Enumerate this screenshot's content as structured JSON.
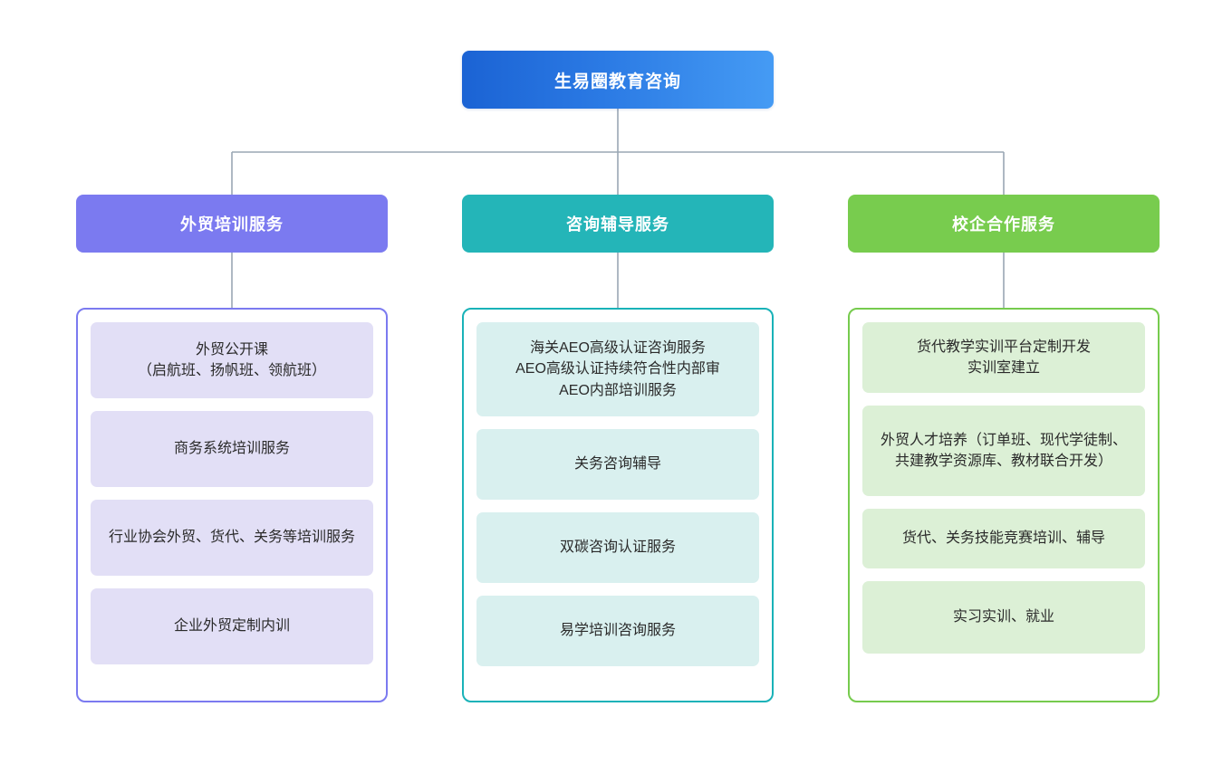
{
  "diagram": {
    "type": "organizational-tree",
    "orientation": "top-down",
    "levels": 3,
    "connector_color": "#9aa7b4"
  },
  "root": {
    "label": "生易圈教育咨询",
    "gradient_from": "#1b63d4",
    "gradient_to": "#459bf4"
  },
  "branches": [
    {
      "key": "training",
      "label": "外贸培训服务",
      "header_color": "#7b7af0",
      "border_color": "#7b7af0",
      "card_color": "#e2dff6",
      "children": [
        {
          "label": "外贸公开课\n（启航班、扬帆班、领航班）"
        },
        {
          "label": "商务系统培训服务"
        },
        {
          "label": "行业协会外贸、货代、关务等培训服务"
        },
        {
          "label": "企业外贸定制内训"
        }
      ]
    },
    {
      "key": "consulting",
      "label": "咨询辅导服务",
      "header_color": "#24b5b8",
      "border_color": "#19b2b8",
      "card_color": "#d9f0ef",
      "children": [
        {
          "label": "海关AEO高级认证咨询服务\nAEO高级认证持续符合性内部审\nAEO内部培训服务"
        },
        {
          "label": "关务咨询辅导"
        },
        {
          "label": "双碳咨询认证服务"
        },
        {
          "label": "易学培训咨询服务"
        }
      ]
    },
    {
      "key": "school-enterprise",
      "label": "校企合作服务",
      "header_color": "#78cc4e",
      "border_color": "#76cb4d",
      "card_color": "#dcf0d6",
      "children": [
        {
          "label": "货代教学实训平台定制开发\n实训室建立"
        },
        {
          "label": "外贸人才培养（订单班、现代学徒制、共建教学资源库、教材联合开发）"
        },
        {
          "label": "货代、关务技能竞赛培训、辅导"
        },
        {
          "label": "实习实训、就业"
        }
      ]
    }
  ]
}
